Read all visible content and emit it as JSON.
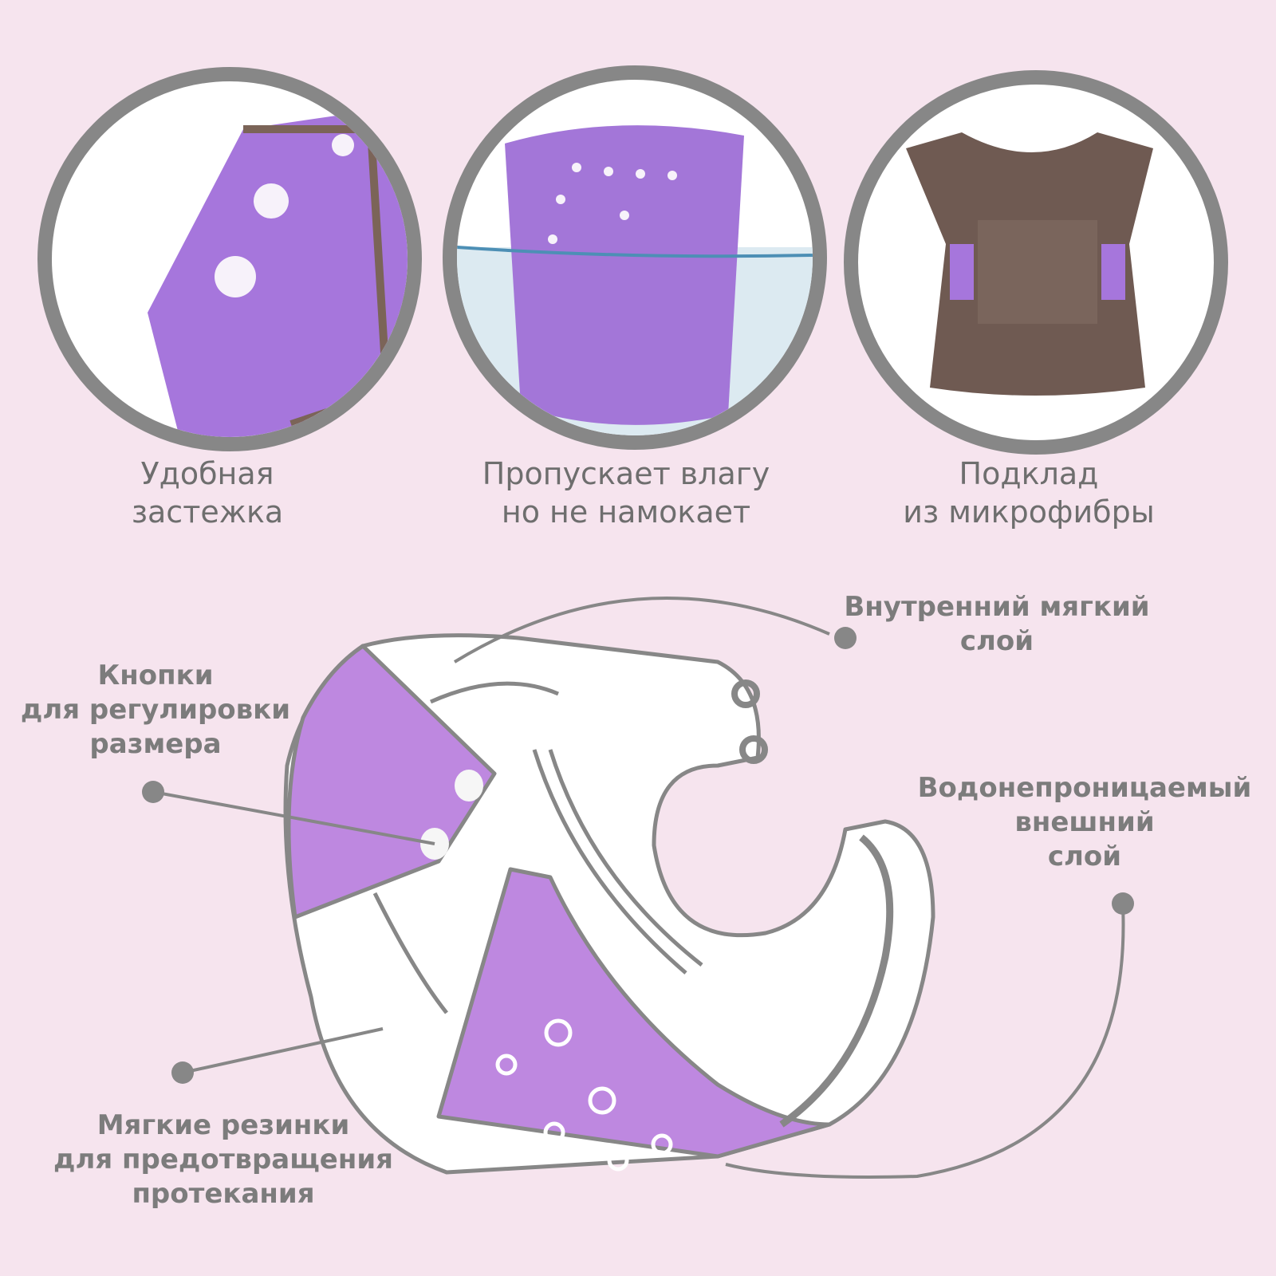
{
  "colors": {
    "background": "#f6e4ee",
    "purple": "#be88e0",
    "gray": "#878787",
    "brown": "#6f5a52"
  },
  "features": [
    {
      "line1": "Удобная",
      "line2": "застежка"
    },
    {
      "line1": "Пропускает влагу",
      "line2": "но не намокает"
    },
    {
      "line1": "Подклад",
      "line2": "из микрофибры"
    }
  ],
  "callouts": {
    "inner": {
      "line1": "Внутренний мягкий",
      "line2": "слой"
    },
    "buttons": {
      "line1": "Кнопки",
      "line2": "для регулировки",
      "line3": "размера"
    },
    "outer": {
      "line1": "Водонепроницаемый",
      "line2": "внешний",
      "line3": "слой"
    },
    "elastic": {
      "line1": "Мягкие резинки",
      "line2": "для предотвращения",
      "line3": "протекания"
    }
  }
}
